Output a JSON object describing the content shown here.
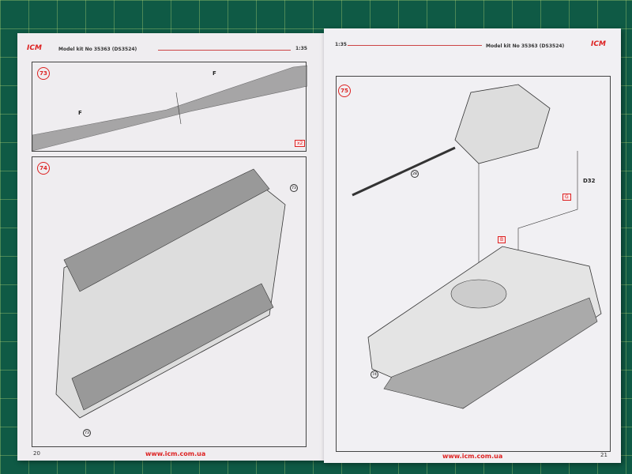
{
  "left_page": {
    "logo": "ICM",
    "model": "Model kit No 35363 (DS3524)",
    "scale": "1:35",
    "page_number": "20",
    "url": "www.icm.com.ua",
    "steps": [
      {
        "number": "73",
        "labels": [
          "F",
          "F"
        ],
        "multiplier": "x2"
      },
      {
        "number": "74",
        "refs": [
          "73",
          "73"
        ]
      }
    ]
  },
  "right_page": {
    "logo": "ICM",
    "model": "Model kit No 35363 (DS3524)",
    "scale": "1:35",
    "page_number": "21",
    "url": "www.icm.com.ua",
    "step": {
      "number": "75",
      "refs": [
        "28",
        "74"
      ],
      "part": "D32",
      "boxes": [
        "G",
        "B"
      ]
    }
  }
}
